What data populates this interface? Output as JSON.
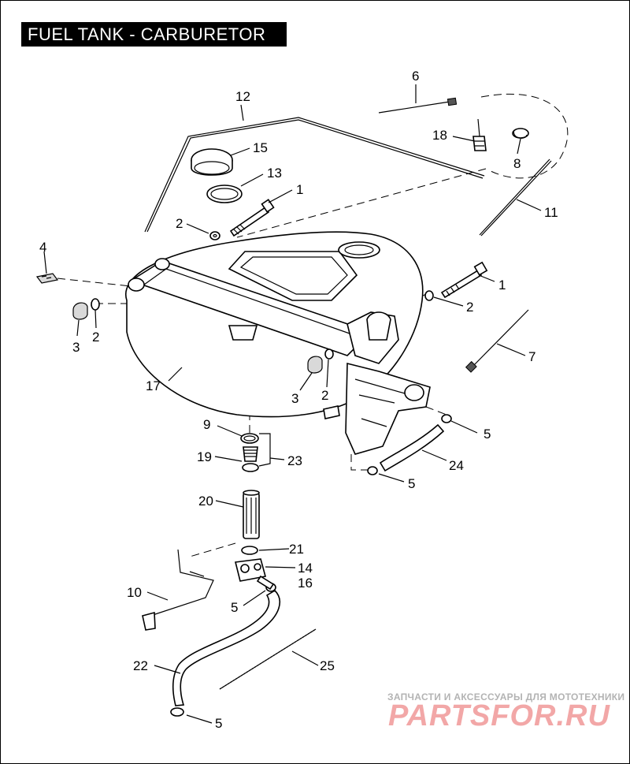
{
  "title": "FUEL TANK - CARBURETOR",
  "callouts": {
    "c1a": "1",
    "c1b": "1",
    "c2a": "2",
    "c2b": "2",
    "c2c": "2",
    "c2d": "2",
    "c3a": "3",
    "c3b": "3",
    "c4": "4",
    "c5a": "5",
    "c5b": "5",
    "c5c": "5",
    "c5d": "5",
    "c6": "6",
    "c7": "7",
    "c8": "8",
    "c9": "9",
    "c10": "10",
    "c11": "11",
    "c12": "12",
    "c13": "13",
    "c14": "14",
    "c15": "15",
    "c16": "16",
    "c17": "17",
    "c18": "18",
    "c19": "19",
    "c20": "20",
    "c21": "21",
    "c22": "22",
    "c23": "23",
    "c24": "24",
    "c25": "25"
  },
  "watermark": {
    "tagline": "ЗАПЧАСТИ И АКСЕССУАРЫ ДЛЯ МОТОТЕХНИКИ",
    "logo": "PARTSFOR.RU"
  }
}
